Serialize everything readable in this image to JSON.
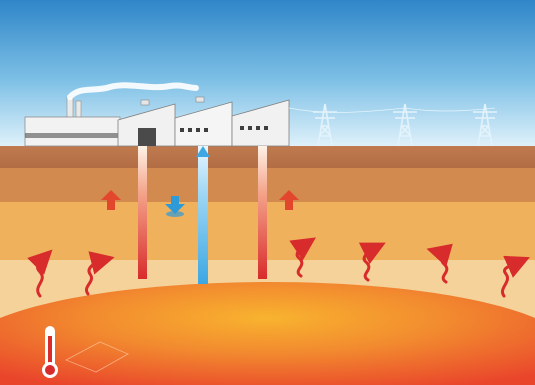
{
  "scene": {
    "colors": {
      "sky_top": "#2f86c8",
      "sky_bottom": "#d9eef8",
      "soil_top": "#b9734b",
      "layer_1": "#d38a4f",
      "layer_2": "#f0b15c",
      "layer_3": "#f4d29a",
      "magma_hot": "#f06a2c",
      "magma_core": "#f7b12d",
      "pipe_hot": "#d82b2b",
      "pipe_cold": "#3da7e3",
      "building": "#f2f2f2",
      "roof": "#c8c8c8",
      "tower": "#d7eef9"
    },
    "elements": [
      "sky",
      "power-plant",
      "transmission-towers",
      "ground-layers",
      "hot-water-well",
      "cold-water-injection-well",
      "heat-rise-arrows",
      "magma-chamber",
      "thermometer"
    ]
  }
}
